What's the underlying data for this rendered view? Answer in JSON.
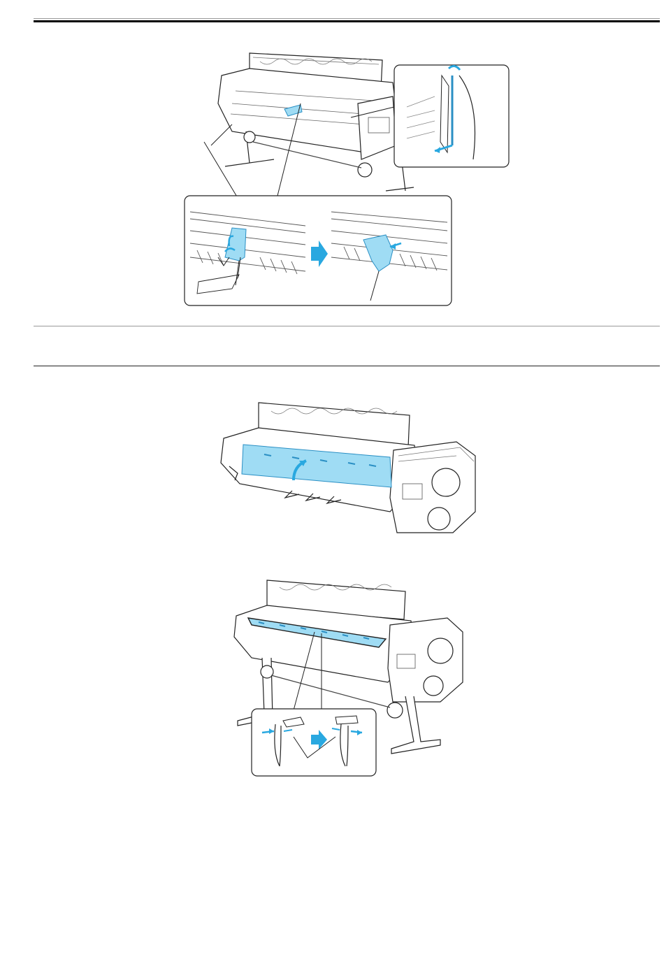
{
  "colors": {
    "highlight": "#9fdcf4",
    "highlight_stroke": "#2a8fc4",
    "arrow": "#29a8e0",
    "line": "#222222",
    "paper": "#ffffff"
  },
  "figures": [
    {
      "id": "figure-1",
      "description_icon": "printer-platen-icon"
    },
    {
      "id": "figure-2",
      "description_icon": "printer-cover-icon"
    },
    {
      "id": "figure-3",
      "description_icon": "printer-guides-icon"
    }
  ]
}
